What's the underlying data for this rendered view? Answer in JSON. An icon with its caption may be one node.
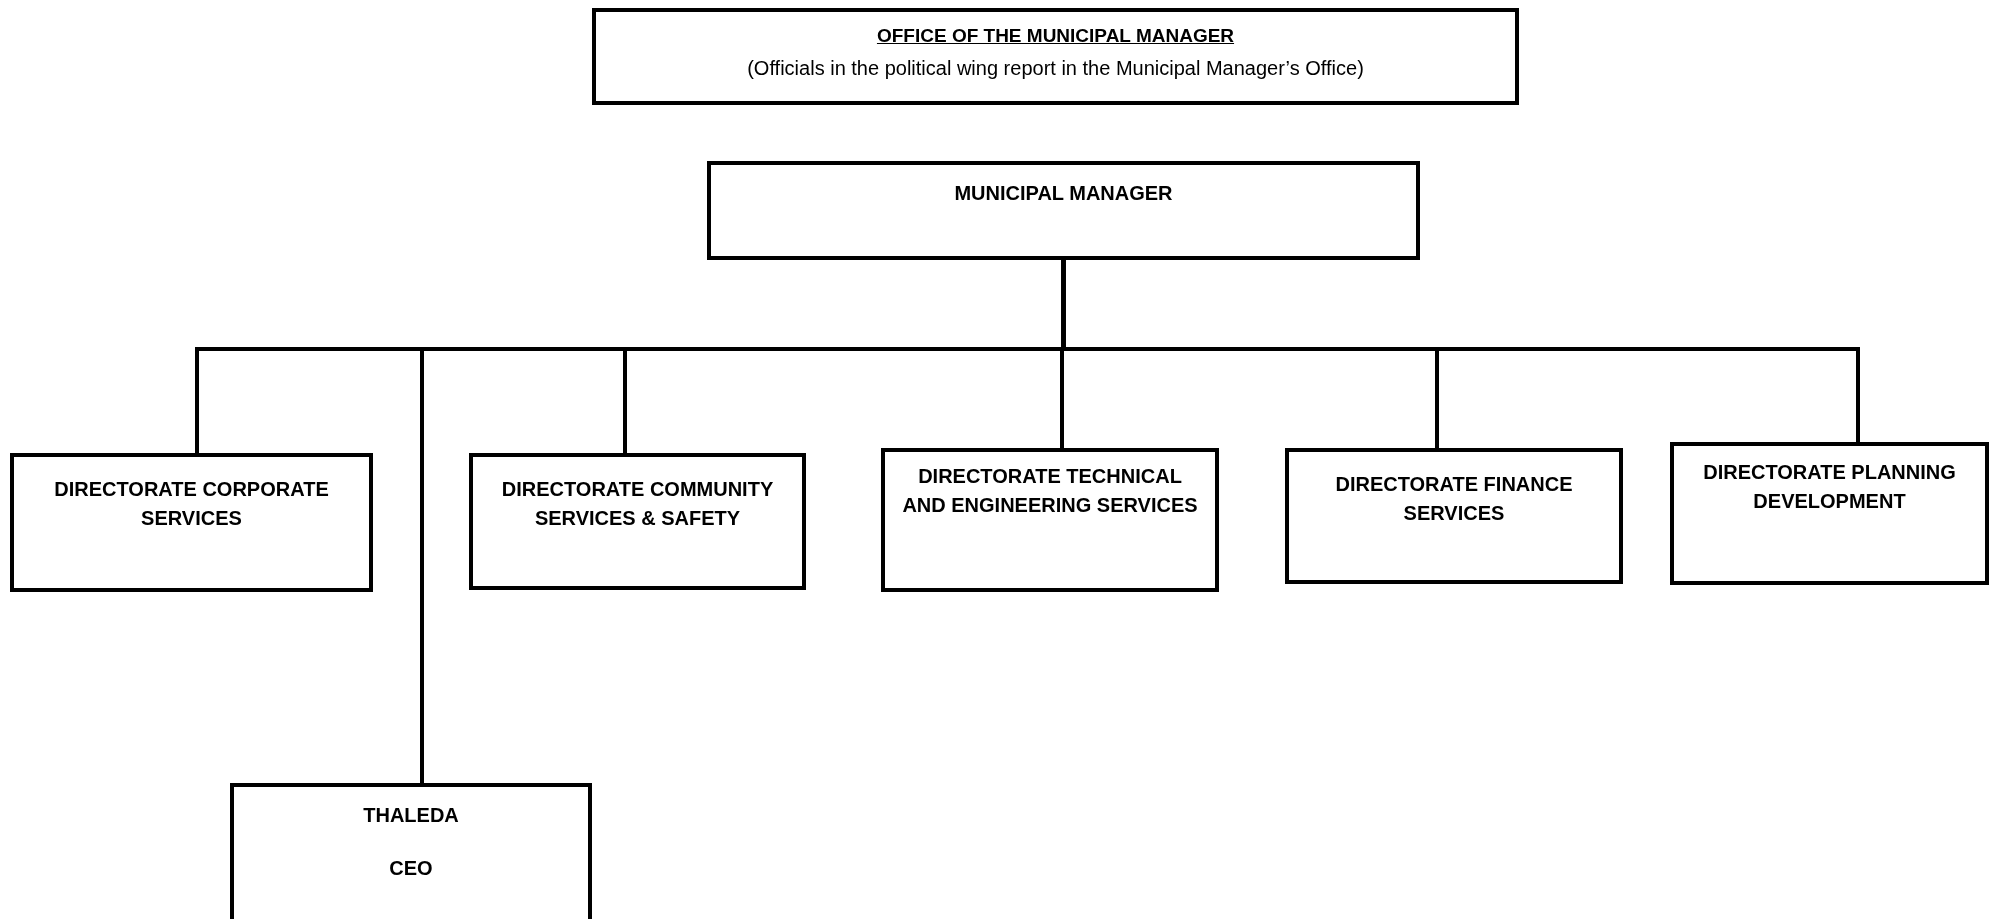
{
  "diagram": {
    "nodes": [
      {
        "text": [
          "OFFICE OF THE MUNICIPAL MANAGER",
          "(Officials in the political wing report in the Municipal Manager’s Office)"
        ]
      },
      {
        "text": [
          "MUNICIPAL MANAGER"
        ]
      },
      {
        "text": [
          "DIRECTORATE CORPORATE SERVICES"
        ]
      },
      {
        "text": [
          "DIRECTORATE COMMUNITY SERVICES & SAFETY"
        ]
      },
      {
        "text": [
          "DIRECTORATE TECHNICAL AND ENGINEERING SERVICES"
        ]
      },
      {
        "text": [
          "DIRECTORATE FINANCE SERVICES"
        ]
      },
      {
        "text": [
          "DIRECTORATE PLANNING DEVELOPMENT"
        ]
      },
      {
        "text": [
          "THALEDA",
          "CEO"
        ]
      }
    ],
    "edges": [
      {
        "from": 1,
        "to": 2,
        "arrow": "none"
      },
      {
        "from": 1,
        "to": 7,
        "arrow": "none"
      },
      {
        "from": 1,
        "to": 3,
        "arrow": "none"
      },
      {
        "from": 1,
        "to": 4,
        "arrow": "none"
      },
      {
        "from": 1,
        "to": 5,
        "arrow": "none"
      },
      {
        "from": 1,
        "to": 6,
        "arrow": "none"
      }
    ]
  }
}
